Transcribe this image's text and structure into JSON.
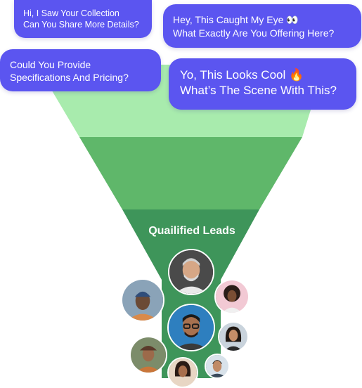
{
  "bubbles": [
    {
      "lines": [
        "Hi, I Saw Your Collection",
        "Can You Share More Details?"
      ]
    },
    {
      "lines": [
        "Hey, This Caught My Eye 👀",
        "What Exactly Are You Offering Here?"
      ]
    },
    {
      "lines": [
        "Could You Provide",
        "Specifications And Pricing?"
      ]
    },
    {
      "lines": [
        "Yo, This Looks Cool 🔥",
        "What’s The Scene With This?"
      ]
    }
  ],
  "funnel": {
    "stage_label": "Quailified Leads",
    "colors": {
      "top": "#a8ebad",
      "middle": "#5fb76a",
      "bottom": "#3e955a",
      "bubble": "#5b55f0"
    }
  },
  "avatars": [
    {
      "name": "avatar-man-gray-beard"
    },
    {
      "name": "avatar-man-beanie"
    },
    {
      "name": "avatar-woman-curly"
    },
    {
      "name": "avatar-man-glasses"
    },
    {
      "name": "avatar-woman-dark-hair"
    },
    {
      "name": "avatar-woman-hat"
    },
    {
      "name": "avatar-man-bottom"
    },
    {
      "name": "avatar-woman-bottom"
    }
  ]
}
